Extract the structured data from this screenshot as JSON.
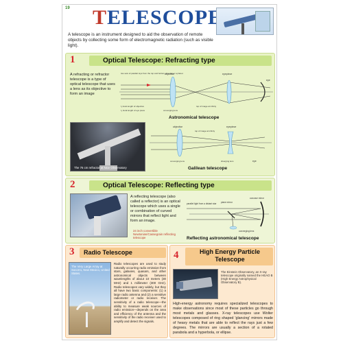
{
  "header": {
    "badge": "19",
    "title_initial": "T",
    "title_rest": "ELESCOPE",
    "intro": "A telescope is an instrument designed to aid the observation of remote objects by collecting some form of electromagnetic radiation (such as visible light)."
  },
  "section1": {
    "number": "1",
    "heading": "Optical Telescope: Refracting type",
    "description": "A refracting or refractor telescope is a type of optical telescope that uses a lens as its objective to form an image",
    "diagram_caption": "Astronomical telescope",
    "photo_caption": "The 76 cm refractor at Nice Observatory",
    "galilean_caption": "Galilean telescope",
    "labels": {
      "objective": "objective",
      "eyepiece": "eyepiece",
      "parallel_rays": "two sets of parallel rays from the top and bottom of a star or a planet",
      "f1": "f₁ focal length of objective",
      "f2": "f₂ focal length of eye piece",
      "eye": "eye",
      "converging_lens": "converging lens",
      "top_image": "top of image at infinity",
      "diverging_lens": "diverging lens"
    }
  },
  "section2": {
    "number": "2",
    "heading": "Optical Telescope: Reflecting type",
    "description": "A reflecting telescope (also called a reflector) is an optical telescope which uses a single or combination of curved mirrors that reflect light and form an image.",
    "photo_caption": "24 inch convertible Newtonian/Cassegrain reflecting telescope",
    "diagram_caption": "Reflecting astronomical telescope",
    "labels": {
      "parallel_rays": "parallel light from a distant star",
      "plane_mirror": "plane mirror",
      "concave_mirror": "concave mirror",
      "converging_lens": "converging lens"
    }
  },
  "section3": {
    "number": "3",
    "heading": "Radio Telescope",
    "photo_caption": "The Very Large Array at Socorro, New Mexico, United States.",
    "text": "Radio telescopes are used to study naturally occurring radio emission from stars, galaxies, quasars, and other astronomical objects between wavelengths of about 10 meters (30 MHz) and 1 millimeter (300 GHz). Radio telescopes vary widely, but they all have two basic components: (1) a large radio antenna and (2) a sensitive radiometer or radio receiver. The sensitivity of a radio telescope—the ability to measure weak sources of radio emission—depends on the area and efficiency of the antenna and the sensitivity of the radio receiver used to amplify and detect the signals."
  },
  "section4": {
    "number": "4",
    "heading": "High Energy Particle Telescope",
    "photo_caption": "The Einstein Observatory, an X-ray telescope originally named the HEAO B (High Energy Astrophysical Observatory B).",
    "text": "High-energy astronomy requires specialized telescopes to make observations since most of these particles go through most metals and glasses. X-ray telescopes use Wolter telescopes composed of ring shaped 'glancing' mirrors made of heavy metals that are able to reflect the rays just a few degrees. The mirrors are usually a section of a rotated parabola and a hyperbola, or ellipse."
  }
}
